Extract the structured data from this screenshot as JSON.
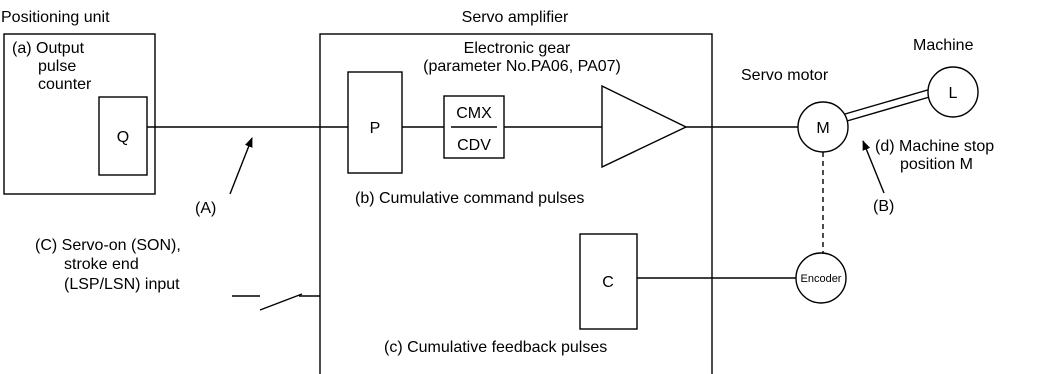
{
  "positioning_unit": {
    "title": "Positioning unit",
    "label_lines": [
      "(a) Output",
      "pulse",
      "counter"
    ],
    "box_q": "Q"
  },
  "servo_amplifier": {
    "title": "Servo amplifier",
    "gear_lines": [
      "Electronic gear",
      "(parameter No.PA06, PA07)"
    ],
    "box_p": "P",
    "cmx": "CMX",
    "cdv": "CDV",
    "cumulative_command": "(b) Cumulative command pulses",
    "box_c": "C",
    "cumulative_feedback": "(c) Cumulative feedback pulses"
  },
  "servo_motor": {
    "title": "Servo motor",
    "m": "M",
    "encoder": "Encoder"
  },
  "machine": {
    "title": "Machine",
    "l": "L",
    "stop_lines": [
      "(d) Machine stop",
      "position M"
    ]
  },
  "labels": {
    "a": "(A)",
    "b": "(B)",
    "servo_on_lines": [
      "(C) Servo-on (SON),",
      "stroke end",
      "(LSP/LSN) input"
    ]
  }
}
